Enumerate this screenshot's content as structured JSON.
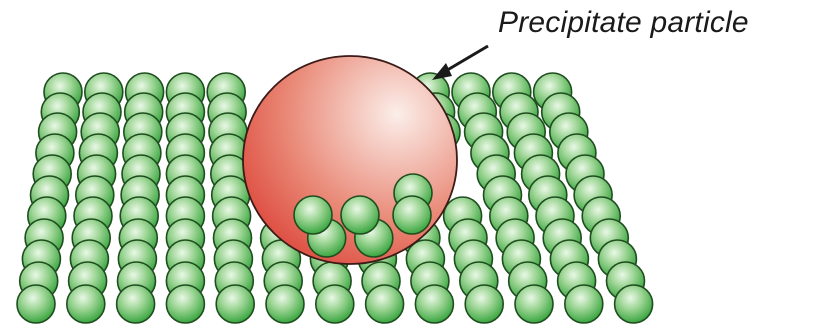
{
  "diagram": {
    "label": "Precipitate particle",
    "lattice_atom": {
      "name": "lattice-atom",
      "color": "#3aa640",
      "highlight": "#e9f8e6",
      "outline": "#1f4d20"
    },
    "precipitate": {
      "name": "precipitate-particle",
      "color": "#d9362c",
      "highlight": "#fbeee9",
      "outline": "#3b1a17"
    }
  }
}
